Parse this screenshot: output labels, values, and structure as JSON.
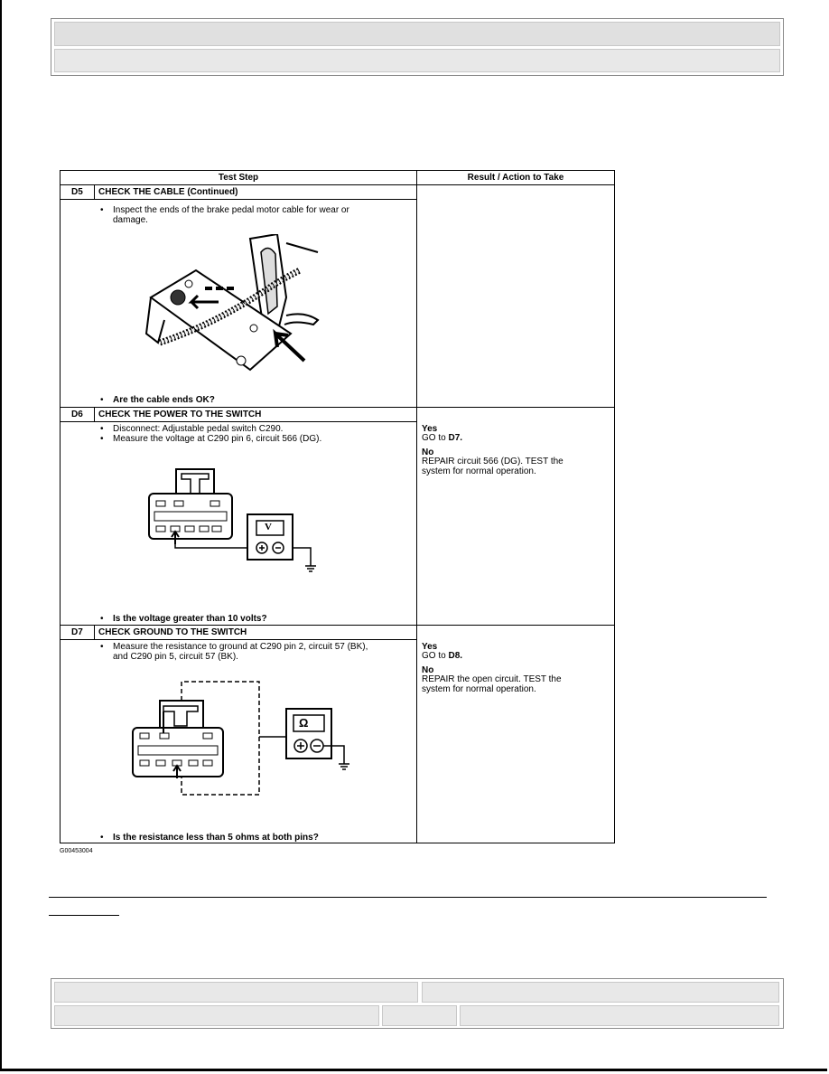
{
  "table": {
    "col_test_step": "Test Step",
    "col_result": "Result / Action to Take",
    "d5": {
      "id": "D5",
      "title": "CHECK THE CABLE (Continued)",
      "bullet1_line1": "Inspect the ends of the brake pedal motor cable for wear or",
      "bullet1_line2": "damage.",
      "question": "Are the cable ends OK?"
    },
    "d6": {
      "id": "D6",
      "title": "CHECK THE POWER TO THE SWITCH",
      "bullet1": "Disconnect: Adjustable pedal switch C290.",
      "bullet2": "Measure the voltage at C290 pin 6, circuit 566 (DG).",
      "meter_symbol": "V",
      "question": "Is the voltage greater than 10 volts?",
      "yes_label": "Yes",
      "yes_action": "GO to",
      "yes_target": "D7.",
      "no_label": "No",
      "no_action_line1": "REPAIR circuit 566 (DG). TEST the",
      "no_action_line2": "system for normal operation."
    },
    "d7": {
      "id": "D7",
      "title": "CHECK GROUND TO THE SWITCH",
      "bullet1_line1": "Measure the resistance to ground at C290 pin 2, circuit 57 (BK),",
      "bullet1_line2": "and C290 pin 5, circuit 57 (BK).",
      "meter_symbol": "Ω",
      "question": "Is the resistance less than 5 ohms at both pins?",
      "yes_label": "Yes",
      "yes_action": "GO to",
      "yes_target": "D8.",
      "no_label": "No",
      "no_action_line1": "REPAIR the open circuit. TEST the",
      "no_action_line2": "system for normal operation."
    }
  },
  "figure_code": "G00453004"
}
